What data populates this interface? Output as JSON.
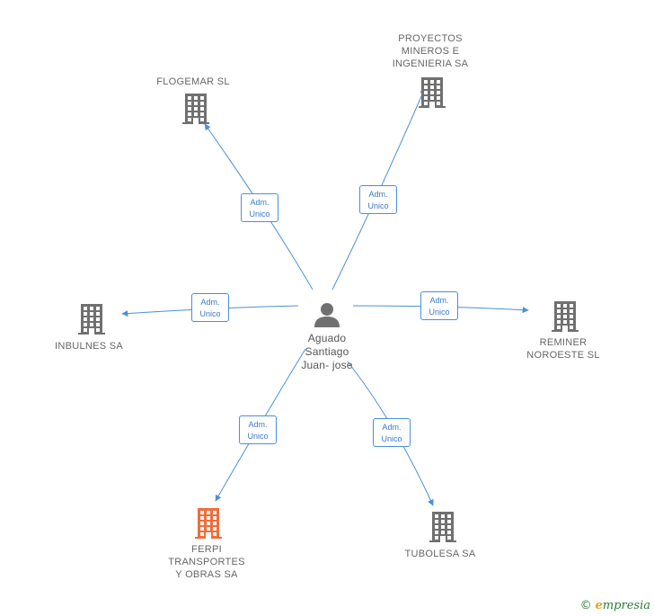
{
  "center": {
    "name": "Aguado\nSantiago\nJuan- jose"
  },
  "companies": [
    {
      "id": "flogemar",
      "name": "FLOGEMAR SL",
      "color": "#707070"
    },
    {
      "id": "proyectos",
      "name": "PROYECTOS\nMINEROS E\nINGENIERIA SA",
      "color": "#707070"
    },
    {
      "id": "inbulnes",
      "name": "INBULNES SA",
      "color": "#707070"
    },
    {
      "id": "reminer",
      "name": "REMINER\nNOROESTE  SL",
      "color": "#707070"
    },
    {
      "id": "ferpi",
      "name": "FERPI\nTRANSPORTES\nY OBRAS SA",
      "color": "#f26c3a"
    },
    {
      "id": "tubolesa",
      "name": "TUBOLESA SA",
      "color": "#707070"
    }
  ],
  "relations": [
    {
      "target": "flogemar",
      "label": "Adm.\nUnico"
    },
    {
      "target": "proyectos",
      "label": "Adm.\nUnico"
    },
    {
      "target": "inbulnes",
      "label": "Adm.\nUnico"
    },
    {
      "target": "reminer",
      "label": "Adm.\nUnico"
    },
    {
      "target": "ferpi",
      "label": "Adm.\nUnico"
    },
    {
      "target": "tubolesa",
      "label": "Adm.\nUnico"
    }
  ],
  "colors": {
    "edge": "#4a90d9",
    "person": "#707070"
  },
  "watermark": {
    "symbol": "©",
    "brand_initial": "e",
    "brand_rest": "mpresia"
  }
}
